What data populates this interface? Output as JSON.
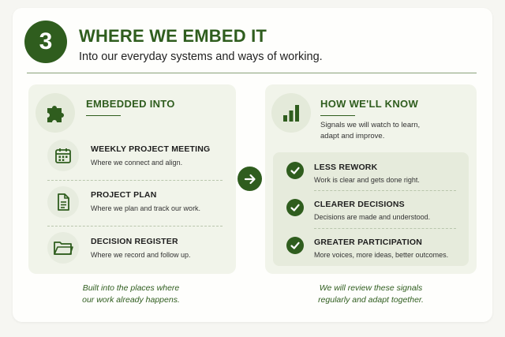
{
  "header": {
    "step_number": "3",
    "title": "WHERE WE EMBED IT",
    "subtitle": "Into our everyday systems and ways of working."
  },
  "left_panel": {
    "title": "EMBEDDED INTO",
    "icon": "puzzle-icon",
    "items": [
      {
        "title": "WEEKLY PROJECT MEETING",
        "desc": "Where we connect and align.",
        "icon": "calendar-icon"
      },
      {
        "title": "PROJECT PLAN",
        "desc": "Where we plan and track our work.",
        "icon": "document-icon"
      },
      {
        "title": "DECISION REGISTER",
        "desc": "Where we record and follow up.",
        "icon": "folder-icon"
      }
    ],
    "footnote_line1": "Built into the places where",
    "footnote_line2": "our work already happens."
  },
  "right_panel": {
    "title": "HOW WE'LL KNOW",
    "icon": "bar-chart-icon",
    "desc_line1": "Signals we will watch to learn,",
    "desc_line2": "adapt and improve.",
    "signals": [
      {
        "title": "LESS REWORK",
        "desc": "Work is clear and gets done right."
      },
      {
        "title": "CLEARER DECISIONS",
        "desc": "Decisions are made and understood."
      },
      {
        "title": "GREATER PARTICIPATION",
        "desc": "More voices, more ideas, better outcomes."
      }
    ],
    "footnote_line1": "We will review these signals",
    "footnote_line2": "regularly and adapt together."
  },
  "colors": {
    "accent": "#2f5d1e",
    "panel": "#f1f4ea",
    "signals_box": "#e6ebdc"
  }
}
